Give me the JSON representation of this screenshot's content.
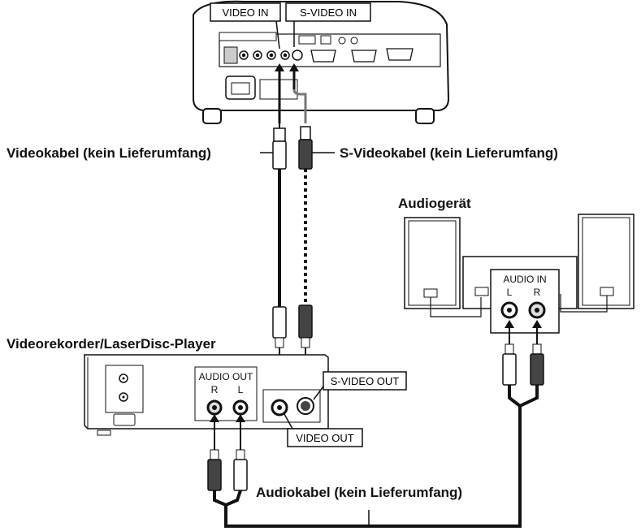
{
  "labels": {
    "video_in": "VIDEO IN",
    "s_video_in": "S-VIDEO IN",
    "video_cable": "Videokabel (kein Lieferumfang)",
    "s_video_cable": "S-Videokabel (kein Lieferumfang)",
    "audio_device": "Audiogerät",
    "vcr": "Videorekorder/LaserDisc-Player",
    "audio_cable": "Audiokabel (kein Lieferumfang)",
    "audio_in": "AUDIO IN",
    "audio_in_l": "L",
    "audio_in_r": "R",
    "audio_out": "AUDIO OUT",
    "audio_out_r": "R",
    "audio_out_l": "L",
    "s_video_out": "S-VIDEO OUT",
    "video_out": "VIDEO OUT"
  },
  "colors": {
    "line": "#111111",
    "cable_gray": "#555555",
    "panel_shade": "#dddddd"
  },
  "icons": {
    "projector": "projector-rear-panel",
    "vcr": "vcr-device",
    "speakers": "speaker-pair",
    "plug": "rca-plug"
  }
}
